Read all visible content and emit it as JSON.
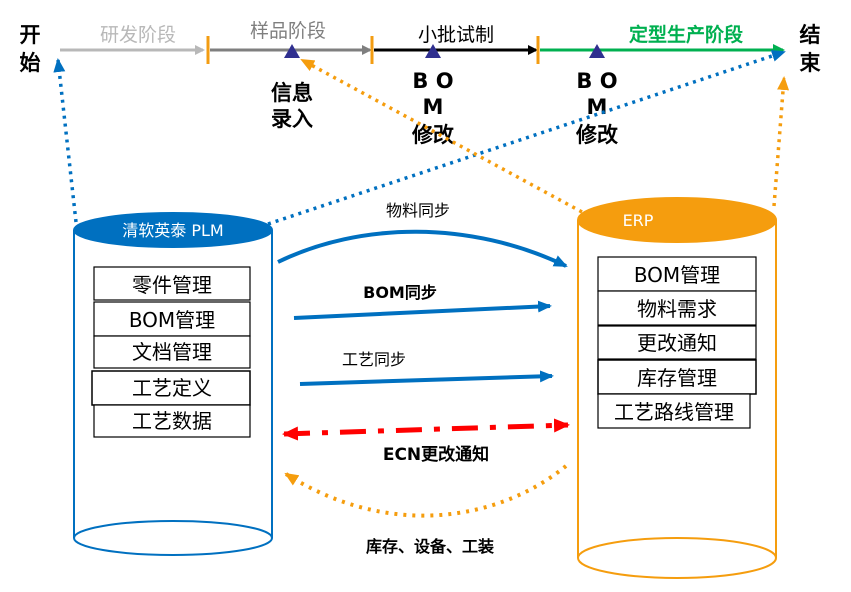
{
  "timeline": {
    "start": [
      "开",
      "始"
    ],
    "end": [
      "结",
      "束"
    ],
    "phases": [
      {
        "label": "研发阶段",
        "color": "#b8b8b8"
      },
      {
        "label": "样品阶段",
        "color": "#7f7f7f"
      },
      {
        "label": "小批试制",
        "color": "#000000"
      },
      {
        "label": "定型生产阶段",
        "color": "#00b050"
      }
    ],
    "markers": [
      {
        "lines": [
          "信息",
          "录入"
        ]
      },
      {
        "lines": [
          "B O",
          "M",
          "修改"
        ]
      },
      {
        "lines": [
          "B O",
          "M",
          "修改"
        ]
      }
    ],
    "marker_color": "#2f2f8f",
    "tick_color": "#f39c12"
  },
  "plm": {
    "title": "清软英泰 PLM",
    "color": "#0070c0",
    "modules": [
      "零件管理",
      "BOM管理",
      "文档管理",
      "工艺定义",
      "工艺数据"
    ]
  },
  "erp": {
    "title": "ERP",
    "color": "#f59d0e",
    "modules": [
      "BOM管理",
      "物料需求",
      "更改通知",
      "库存管理",
      "工艺路线管理"
    ]
  },
  "flows": {
    "material": "物料同步",
    "bom": "BOM同步",
    "process": "工艺同步",
    "ecn": "ECN更改通知",
    "inventory": "库存、设备、工装",
    "sync_color": "#0070c0",
    "ecn_color": "#ff0000",
    "return_color": "#f59d0e"
  }
}
